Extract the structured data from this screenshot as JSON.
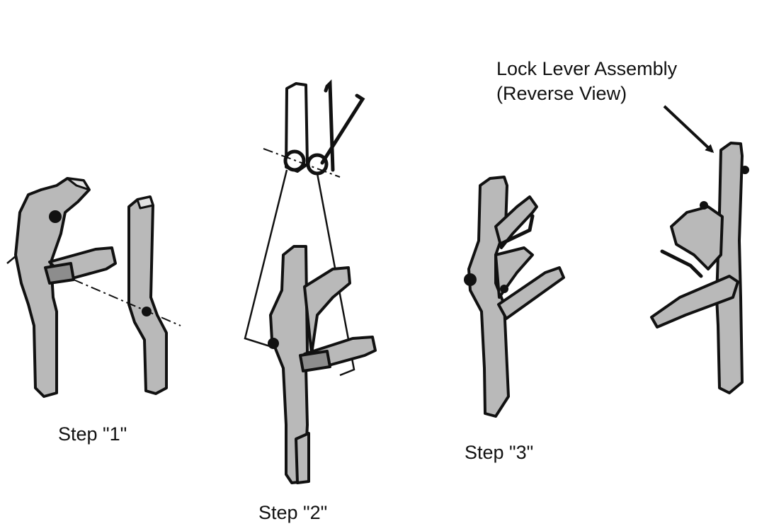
{
  "labels": {
    "step1": "Step \"1\"",
    "step2": "Step \"2\"",
    "step3": "Step \"3\"",
    "callout_line1": "Lock Lever Assembly",
    "callout_line2": "(Reverse View)"
  },
  "colors": {
    "ink": "#111111",
    "part_fill": "#b9b9b9",
    "background": "#ffffff"
  }
}
